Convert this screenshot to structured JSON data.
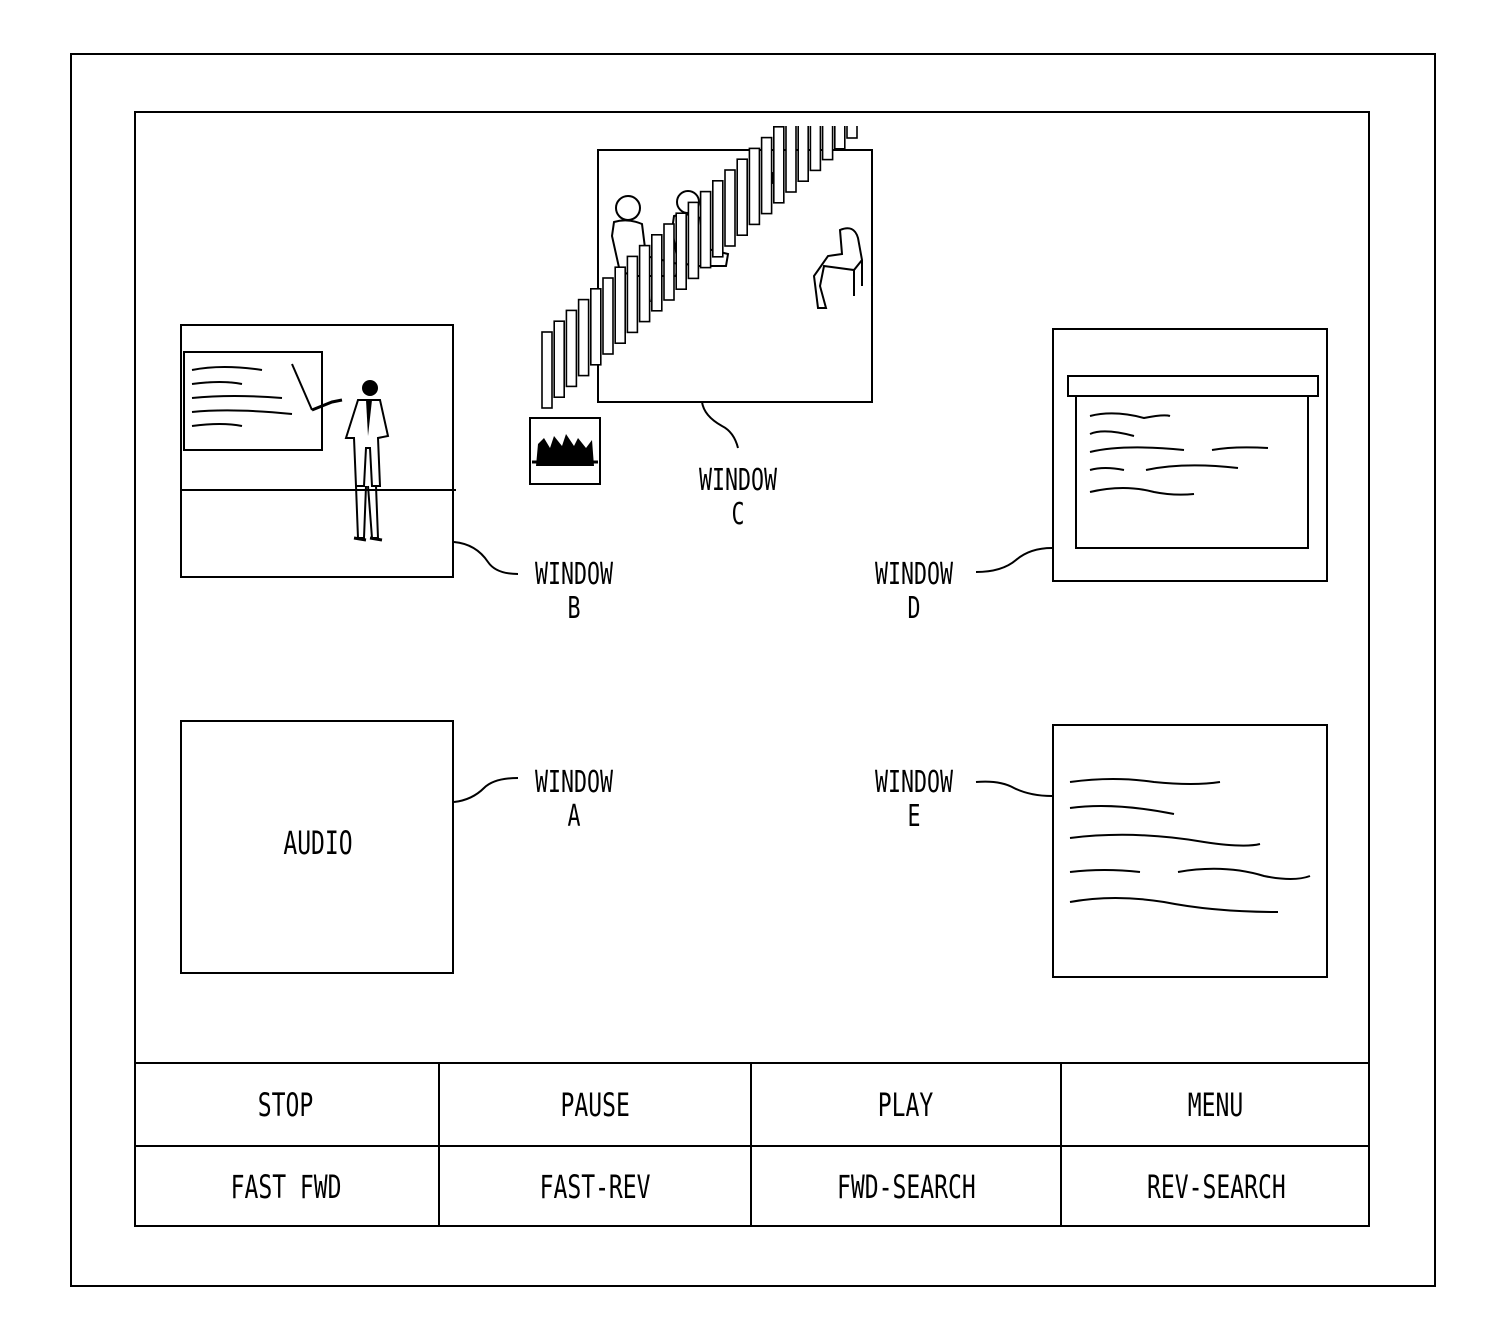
{
  "windows": {
    "a": {
      "name": "WINDOW",
      "letter": "A",
      "content": "AUDIO"
    },
    "b": {
      "name": "WINDOW",
      "letter": "B"
    },
    "c": {
      "name": "WINDOW",
      "letter": "C"
    },
    "d": {
      "name": "WINDOW",
      "letter": "D"
    },
    "e": {
      "name": "WINDOW",
      "letter": "E"
    }
  },
  "controls": {
    "row1": [
      "STOP",
      "PAUSE",
      "PLAY",
      "MENU"
    ],
    "row2": [
      "FAST FWD",
      "FAST-REV",
      "FWD-SEARCH",
      "REV-SEARCH"
    ]
  }
}
